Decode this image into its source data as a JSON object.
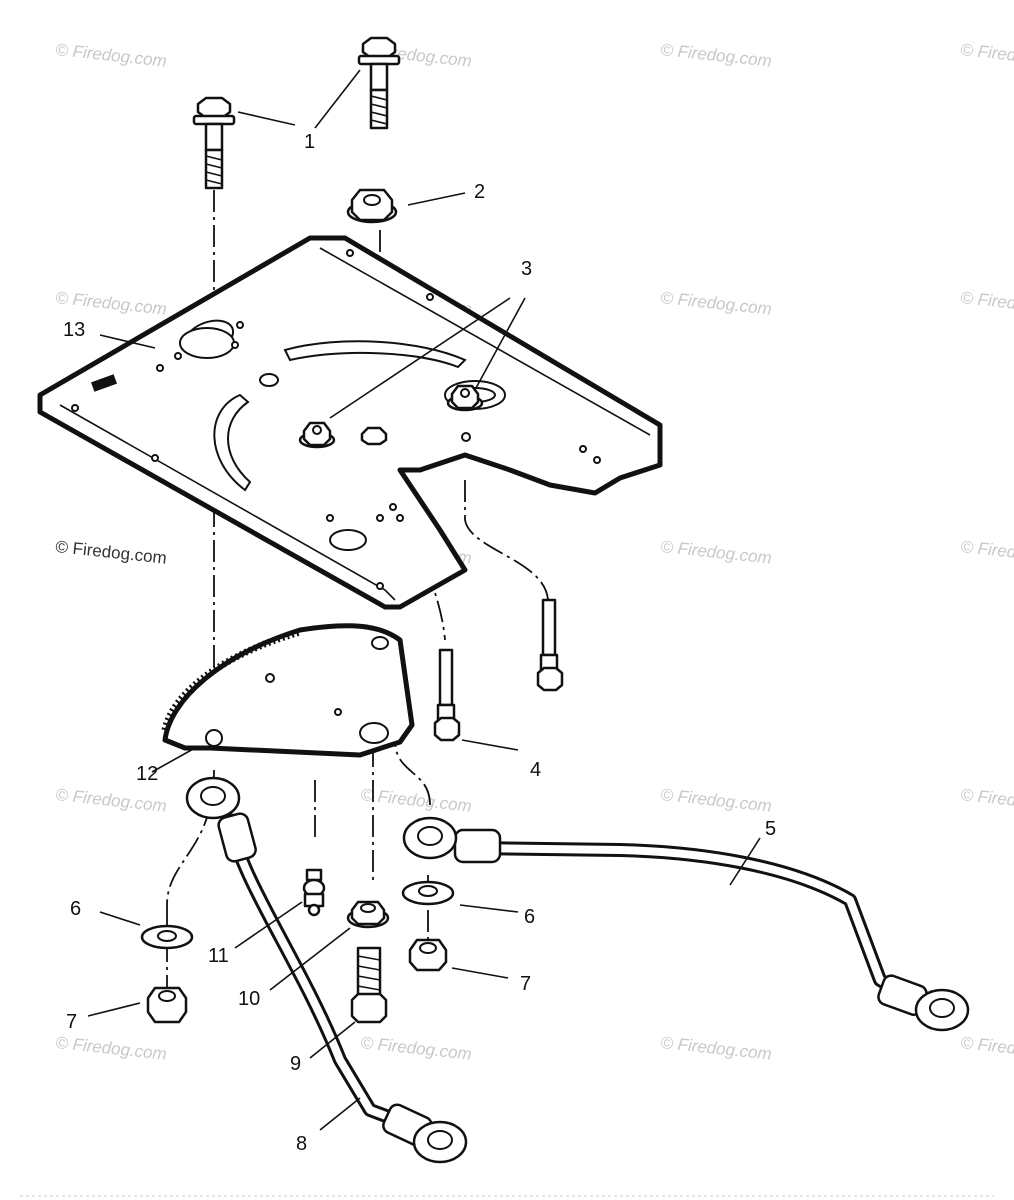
{
  "watermark": "© Firedog.com",
  "callouts": [
    "1",
    "2",
    "3",
    "4",
    "5",
    "6",
    "7",
    "8",
    "9",
    "10",
    "11",
    "12",
    "13"
  ]
}
